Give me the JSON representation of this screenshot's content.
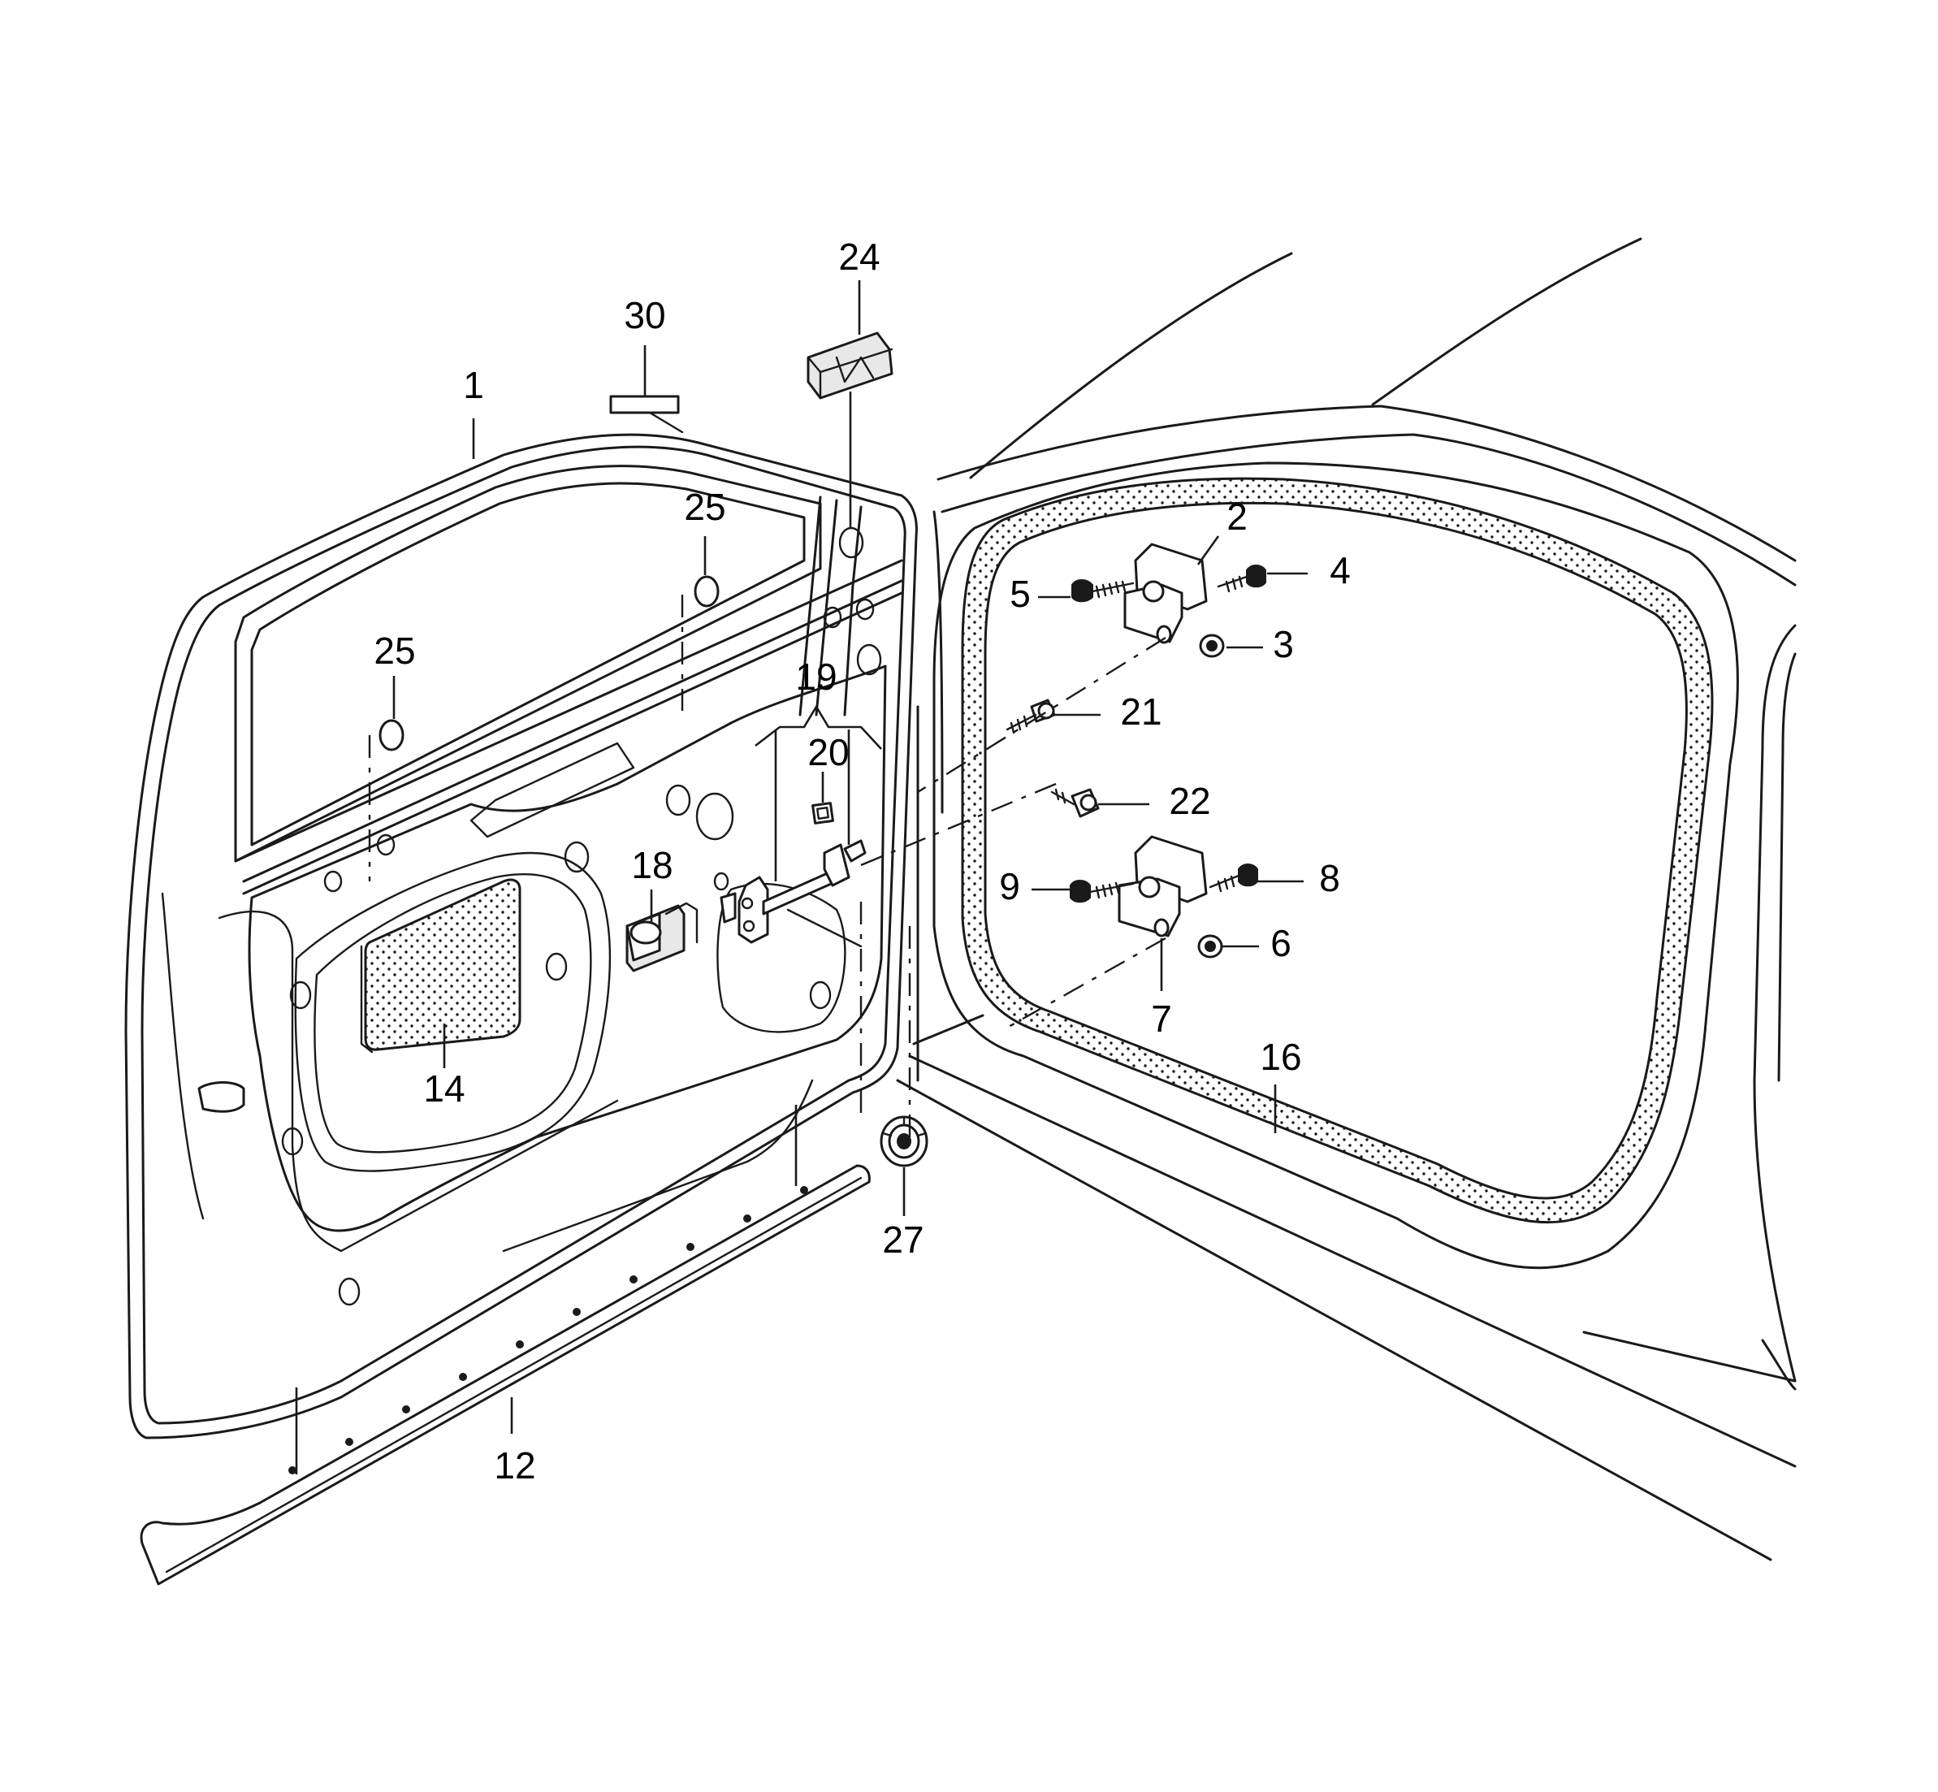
{
  "callouts": {
    "c1": "1",
    "c2": "2",
    "c3": "3",
    "c4": "4",
    "c5": "5",
    "c6": "6",
    "c7": "7",
    "c8": "8",
    "c9": "9",
    "c12": "12",
    "c14": "14",
    "c16": "16",
    "c18": "18",
    "c19": "19",
    "c20": "20",
    "c21": "21",
    "c22": "22",
    "c24": "24",
    "c25a": "25",
    "c25b": "25",
    "c27": "27",
    "c30": "30"
  },
  "colors": {
    "line": "#1a1a1a",
    "background": "#ffffff"
  }
}
